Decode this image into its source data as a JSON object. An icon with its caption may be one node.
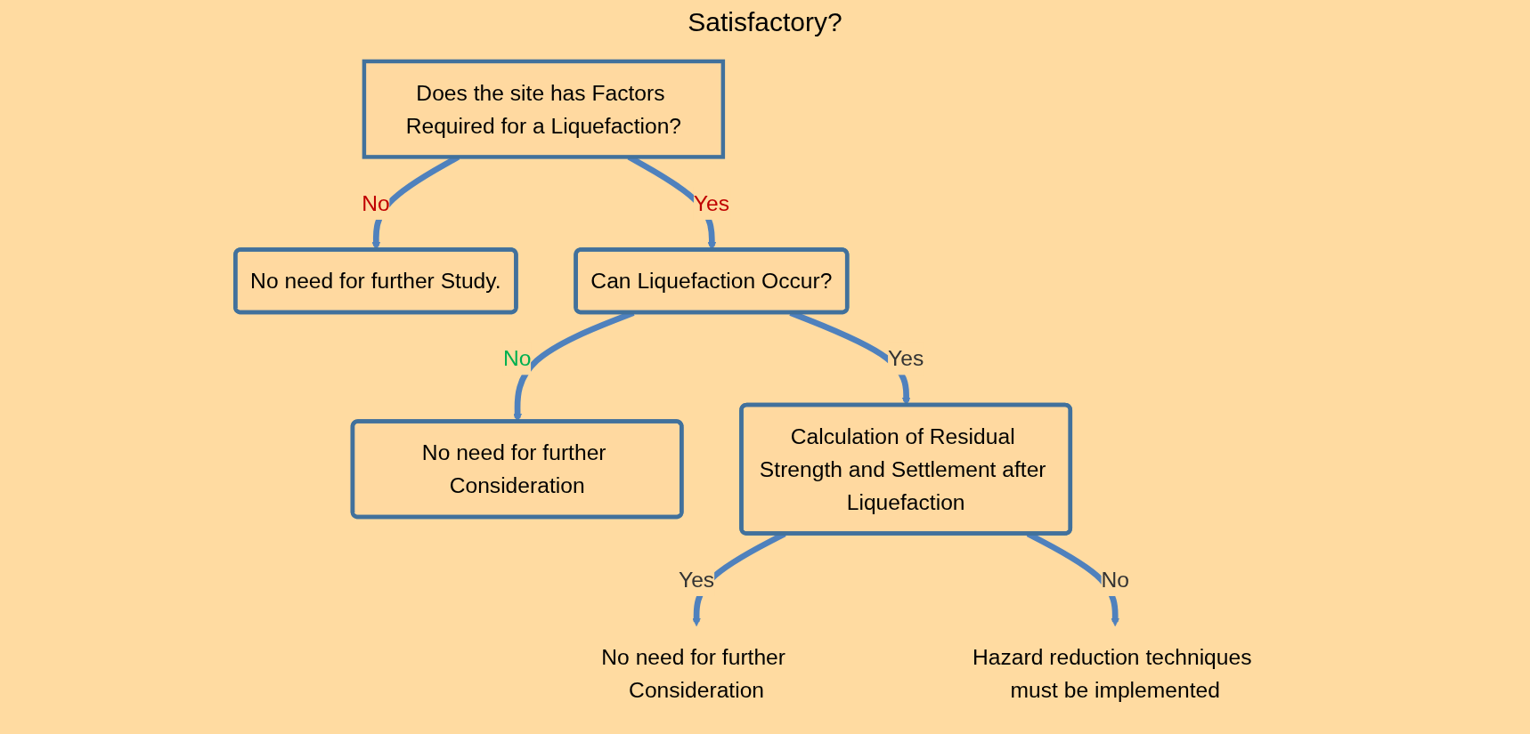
{
  "diagram": {
    "nodes": [
      {
        "text": [
          "Does the site has Factors Required for a Liquefaction?"
        ]
      },
      {
        "text": [
          "No need for further Study."
        ]
      },
      {
        "text": [
          "Can Liquefaction Occur?"
        ]
      },
      {
        "text": [
          "No need for further Consideration"
        ]
      },
      {
        "text": [
          "Calculation of Residual Strength and Settlement after Liquefaction"
        ]
      },
      {
        "text": [
          "No need for further Consideration"
        ]
      },
      {
        "text": [
          "Hazard reduction techniques must be implemented"
        ]
      }
    ],
    "edges": [
      {
        "from": 0,
        "to": 1,
        "arrow": "to",
        "label": "No"
      },
      {
        "from": 0,
        "to": 2,
        "arrow": "to",
        "label": "Yes"
      },
      {
        "from": 2,
        "to": 3,
        "arrow": "to",
        "label": "No"
      },
      {
        "from": 2,
        "to": 4,
        "arrow": "to",
        "label": "Yes"
      },
      {
        "from": 4,
        "to": 5,
        "arrow": "to",
        "label": "Yes"
      },
      {
        "from": 4,
        "to": 6,
        "arrow": "to",
        "label": "No"
      }
    ],
    "labels": [
      "Satisfactory?"
    ]
  }
}
